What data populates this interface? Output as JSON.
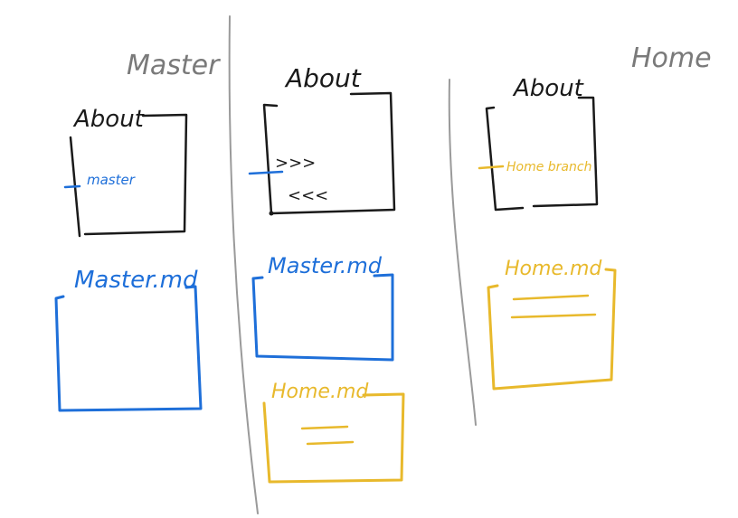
{
  "colors": {
    "ink": "#1a1a1a",
    "divider": "#9a9a9a",
    "blue": "#1e6fd9",
    "yellow": "#e8b92c",
    "header": "#7a7a7a"
  },
  "headers": {
    "master": "Master",
    "home": "Home"
  },
  "left_column": {
    "about_title": "About",
    "about_line": "master",
    "master_md_title": "Master.md"
  },
  "middle_column": {
    "about_title": "About",
    "about_line_top": ">>>",
    "about_line_bottom": "<<<",
    "master_md_title": "Master.md",
    "home_md_title": "Home.md"
  },
  "right_column": {
    "about_title": "About",
    "about_line": "Home branch",
    "home_md_title": "Home.md"
  }
}
